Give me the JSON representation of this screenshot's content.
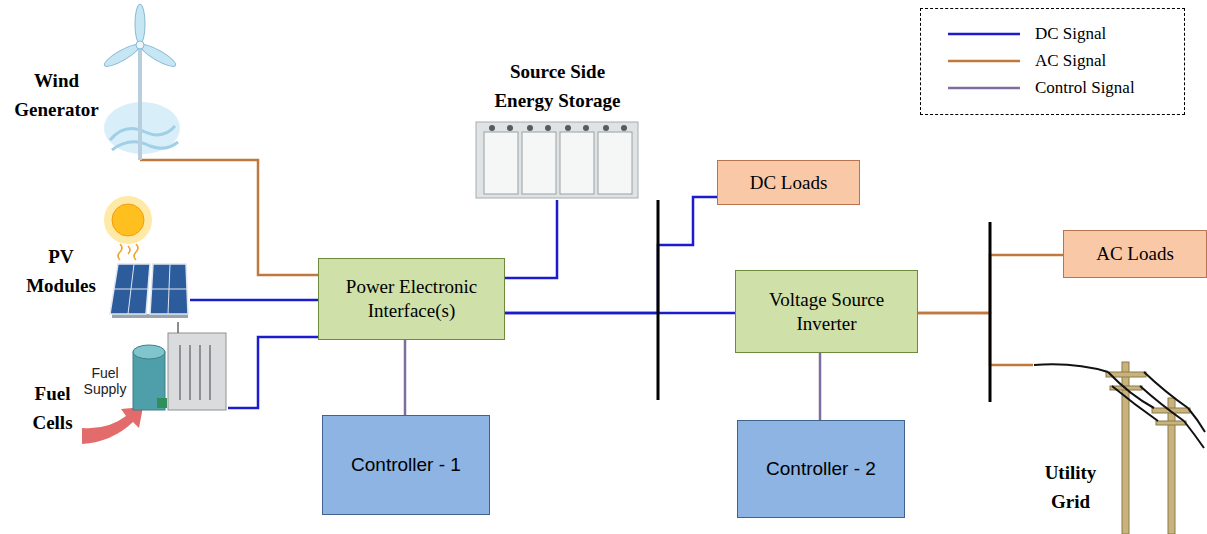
{
  "diagram": {
    "nodes": [
      {
        "text": [
          "Wind Generator"
        ]
      },
      {
        "text": [
          "Source Side Energy Storage"
        ]
      },
      {
        "text": [
          "DC Loads"
        ]
      },
      {
        "text": [
          "AC Loads"
        ]
      },
      {
        "text": [
          "PV Modules"
        ]
      },
      {
        "text": [
          "Power Electronic Interface(s)"
        ]
      },
      {
        "text": [
          "Voltage Source Inverter"
        ]
      },
      {
        "text": [
          "Fuel Cells"
        ]
      },
      {
        "text": [
          "Controller - 1"
        ]
      },
      {
        "text": [
          "Controller - 2"
        ]
      },
      {
        "text": [
          "Utility Grid"
        ]
      }
    ],
    "edges": [
      {
        "from": 0,
        "to": 5,
        "arrow": "none"
      },
      {
        "from": 4,
        "to": 5,
        "arrow": "none"
      },
      {
        "from": 7,
        "to": 5,
        "arrow": "none"
      },
      {
        "from": 1,
        "to": 5,
        "arrow": "none"
      },
      {
        "from": 5,
        "to": 2,
        "arrow": "none"
      },
      {
        "from": 5,
        "to": 6,
        "arrow": "none"
      },
      {
        "from": 5,
        "to": 8,
        "arrow": "none"
      },
      {
        "from": 6,
        "to": 9,
        "arrow": "none"
      },
      {
        "from": 6,
        "to": 3,
        "arrow": "none"
      },
      {
        "from": 6,
        "to": 10,
        "arrow": "none"
      }
    ],
    "labels": [
      "Fuel Supply"
    ],
    "legend": [
      {
        "text": "DC Signal"
      },
      {
        "text": "AC Signal"
      },
      {
        "text": "Control Signal"
      }
    ]
  }
}
